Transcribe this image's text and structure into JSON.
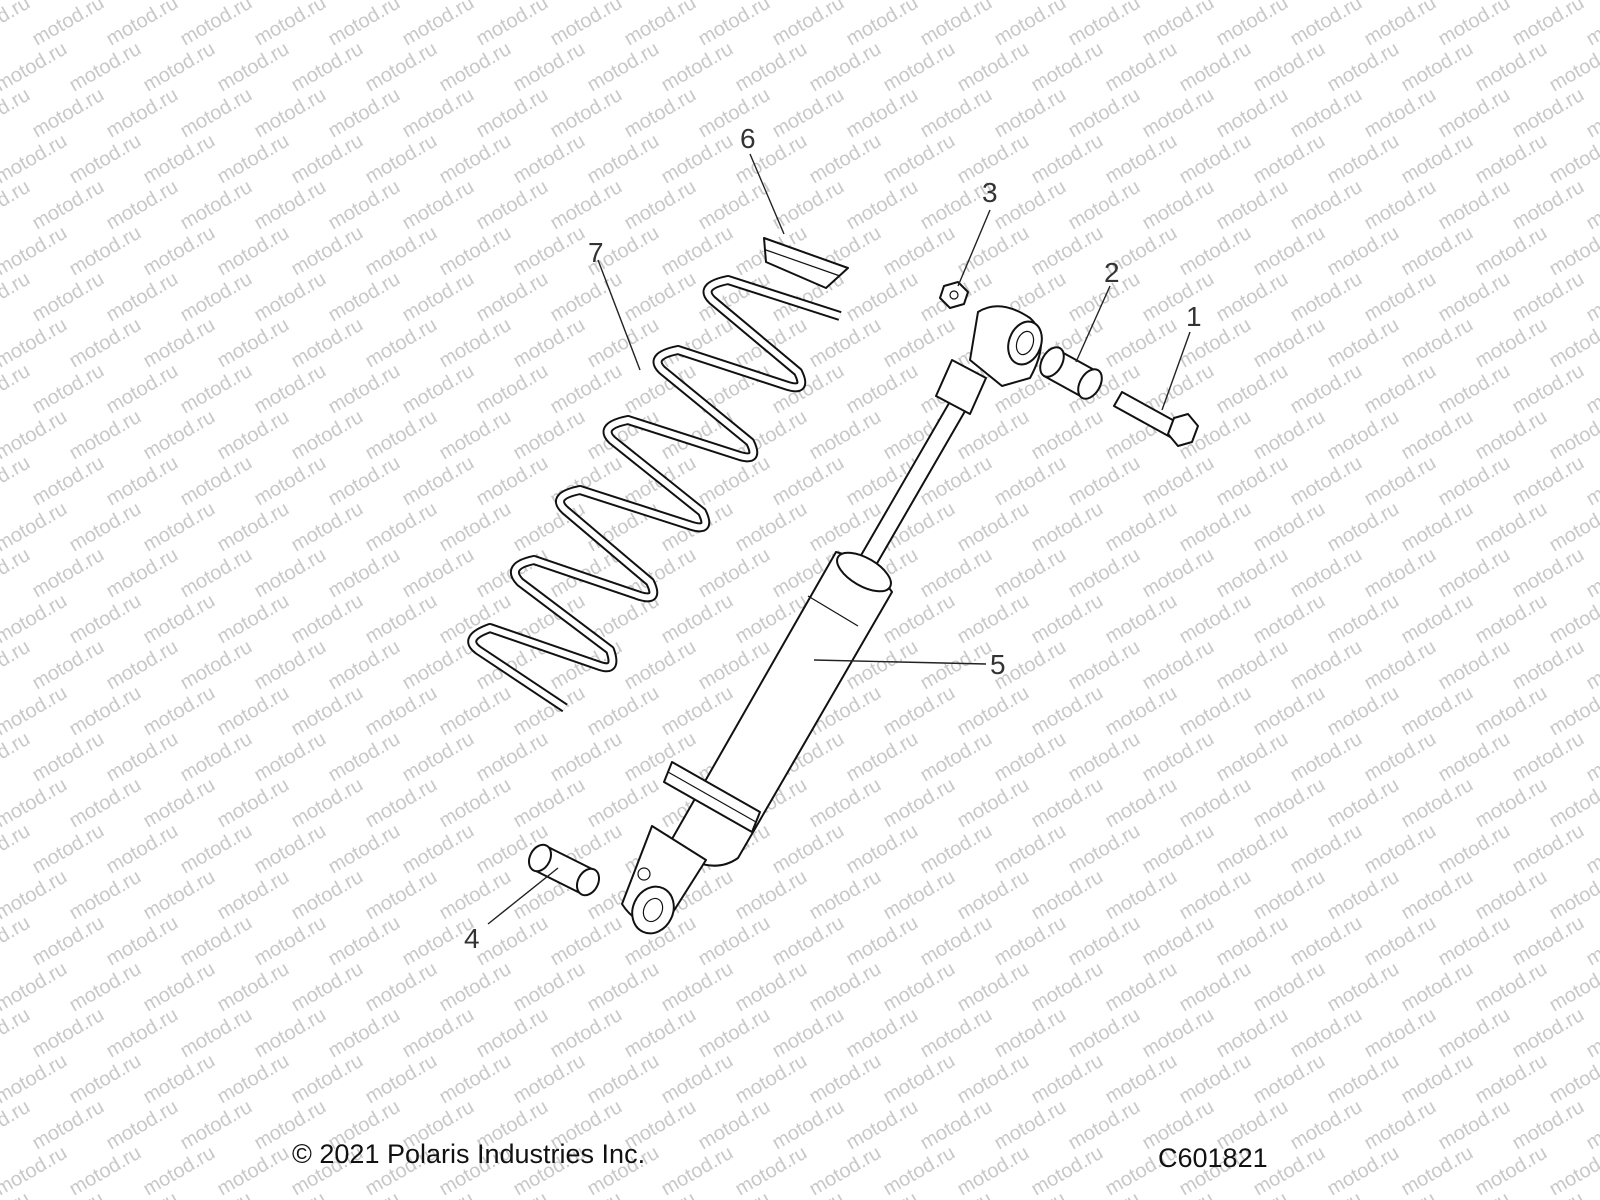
{
  "watermark": "motod.ru",
  "callouts": [
    {
      "id": "1",
      "label": "1",
      "part": "bolt"
    },
    {
      "id": "2",
      "label": "2",
      "part": "bushing-upper"
    },
    {
      "id": "3",
      "label": "3",
      "part": "nut"
    },
    {
      "id": "4",
      "label": "4",
      "part": "bushing-lower"
    },
    {
      "id": "5",
      "label": "5",
      "part": "shock-absorber"
    },
    {
      "id": "6",
      "label": "6",
      "part": "spring-retainer"
    },
    {
      "id": "7",
      "label": "7",
      "part": "coil-spring"
    }
  ],
  "footer": {
    "copyright": "© 2021 Polaris Industries Inc.",
    "drawing_id": "C601821"
  },
  "colors": {
    "line": "#111111",
    "text": "#333333",
    "watermark": "#c8c8c8",
    "background": "#ffffff"
  }
}
